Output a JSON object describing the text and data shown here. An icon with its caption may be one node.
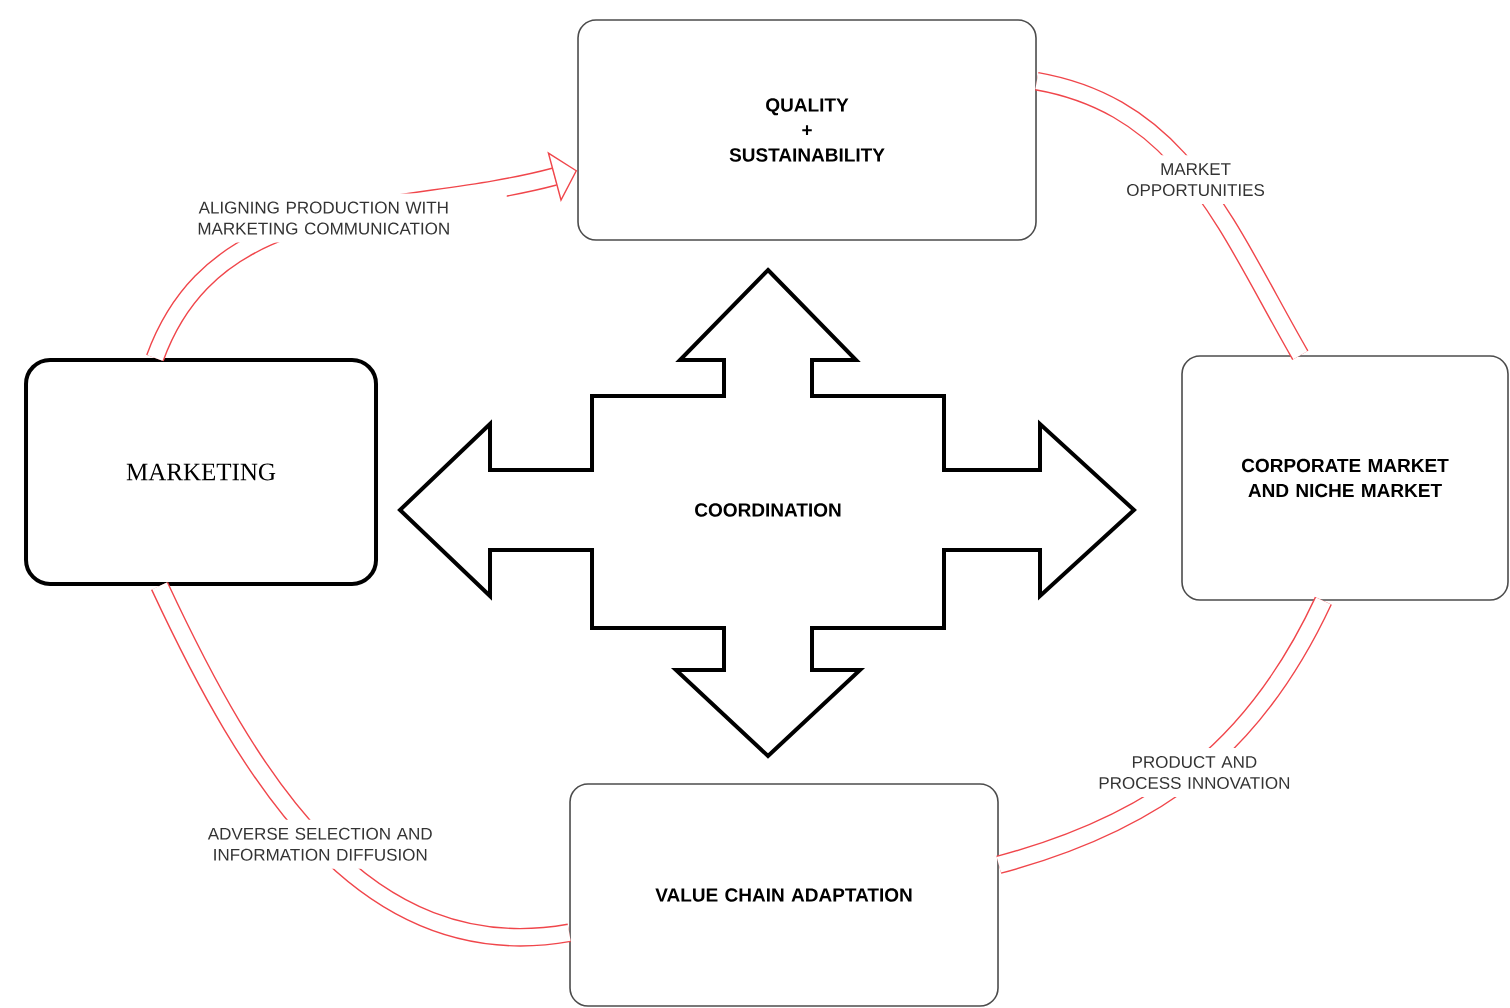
{
  "diagram": {
    "nodes": [
      {
        "text": [
          "QUALITY + SUSTAINABILITY"
        ]
      },
      {
        "text": [
          "MARKETING"
        ]
      },
      {
        "text": [
          "COORDINATION"
        ]
      },
      {
        "text": [
          "CORPORATE MARKET AND NICHE MARKET"
        ]
      },
      {
        "text": [
          "VALUE CHAIN ADAPTATION"
        ]
      }
    ],
    "edges": [
      {
        "from": 1,
        "to": 0,
        "arrow": "to",
        "label": "ALIGNING PRODUCTION WITH MARKETING COMMUNICATION"
      },
      {
        "from": 0,
        "to": 3,
        "arrow": "none",
        "label": "MARKET OPPORTUNITIES"
      },
      {
        "from": 3,
        "to": 4,
        "arrow": "none",
        "label": "PRODUCT AND PROCESS INNOVATION"
      },
      {
        "from": 4,
        "to": 1,
        "arrow": "none",
        "label": "ADVERSE SELECTION AND INFORMATION DIFFUSION"
      }
    ]
  }
}
